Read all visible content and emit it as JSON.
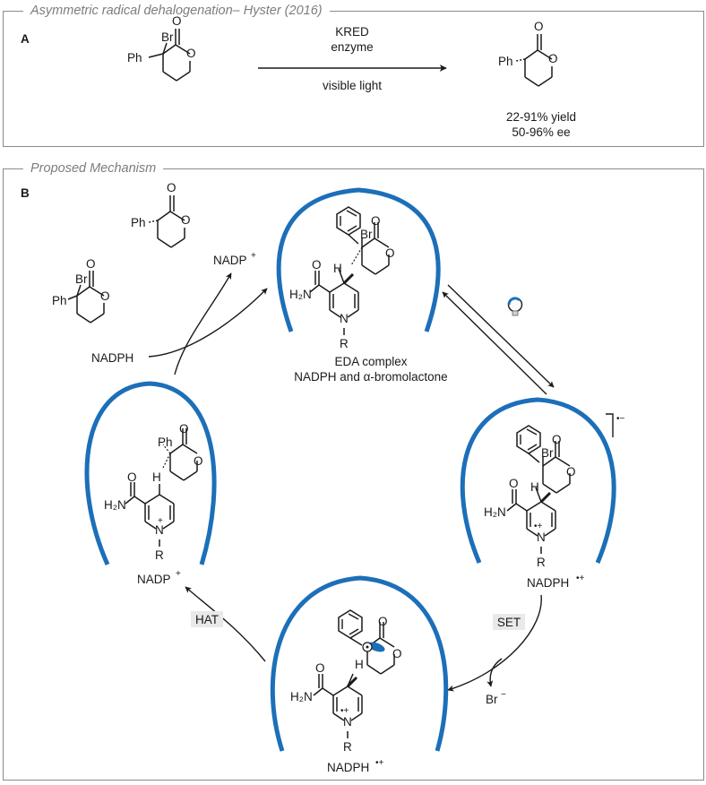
{
  "panel_a": {
    "title": "Asymmetric radical dehalogenation– Hyster (2016)",
    "label": "A",
    "reagent_top_1": "KRED",
    "reagent_top_2": "enzyme",
    "reagent_bottom": "visible light",
    "substrate_ph": "Ph",
    "substrate_br": "Br",
    "product_ph": "Ph",
    "yield": "22-91% yield",
    "ee": "50-96% ee"
  },
  "panel_b": {
    "title": "Proposed Mechanism",
    "label": "B",
    "eda_line1": "EDA complex",
    "eda_line2": "NADPH and α-bromolactone",
    "nadph": "NADPH",
    "nadp": "NADP",
    "nadp_plus": "+",
    "nadph_radical": "NADPH",
    "nadph_radical_sup": "•+",
    "set": "SET",
    "hat": "HAT",
    "br_minus": "Br",
    "br_minus_sup": "−",
    "radical_anion_sup": "•−"
  },
  "atoms": {
    "O": "O",
    "N": "N",
    "R": "R",
    "H": "H",
    "H2N": "H₂N",
    "Ph": "Ph",
    "Br": "Br",
    "plus": "+",
    "radical_plus": "•+"
  },
  "colors": {
    "enzyme_blue": "#1c6fb8",
    "frame_gray": "#8a8a8a",
    "title_gray": "#7d7d7d",
    "label_bg": "#e9e9e9"
  }
}
